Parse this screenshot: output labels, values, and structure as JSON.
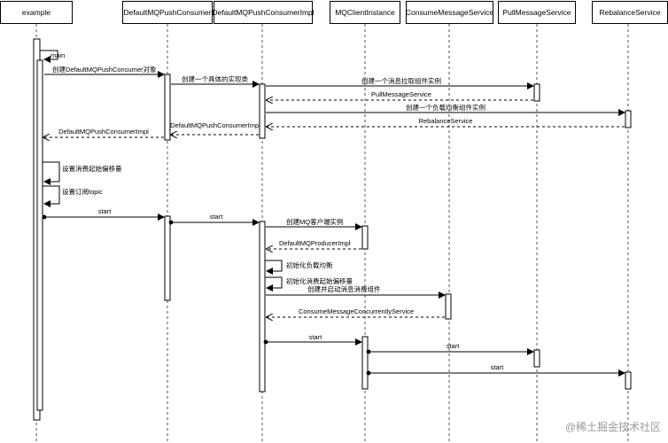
{
  "participants": [
    "example",
    "DefaultMQPushConsumer",
    "DefaultMQPushConsumerImpl",
    "MQClientInstance",
    "ConsumeMessageService",
    "PullMessageService",
    "RebalanceService"
  ],
  "messages": [
    "main",
    "创建DefaultMQPushConsumer对象",
    "创建一个具体的实现类",
    "创建一个消息拉取组件实例",
    "PullMessageService",
    "创建一个负载均衡组件实例",
    "RebalanceService",
    "DefaultMQPushConsumerImpl",
    "DefaultMQPushConsumerImpl",
    "设置消费起始偏移量",
    "设置订阅topic",
    "start",
    "start",
    "创建MQ客户端实例",
    "DefaultMQProducerImpl",
    "初始化负载均衡",
    "初始化消费起始偏移量",
    "创建并启动消息消费组件",
    "ConsumeMessageConcurrentlyService",
    "start",
    "start",
    "start"
  ],
  "watermark": "@稀土掘金技术社区"
}
